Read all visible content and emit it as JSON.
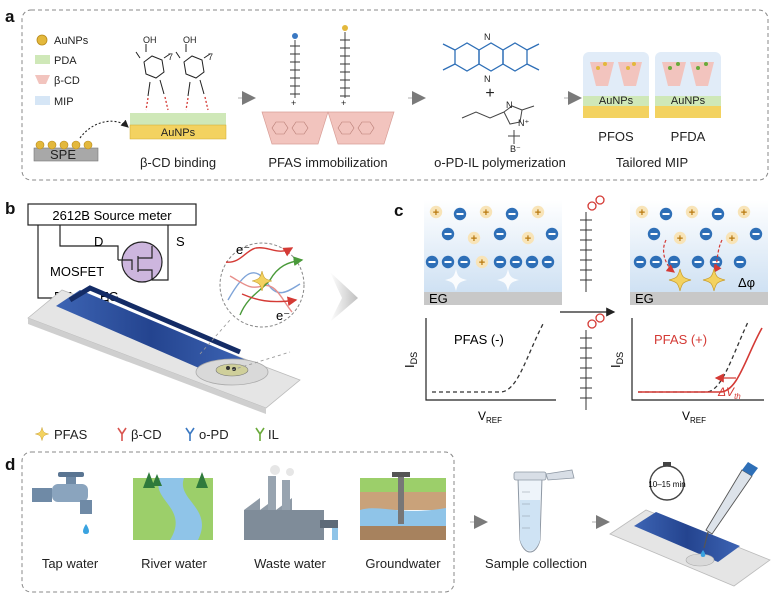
{
  "panel_a": {
    "letter": "a",
    "legend": [
      "AuNPs",
      "PDA",
      "β-CD",
      "MIP"
    ],
    "spe": "SPE",
    "aunps_block": "AuNPs",
    "steps": [
      "β-CD binding",
      "PFAS immobilization",
      "o-PD-IL polymerization",
      "Tailored MIP"
    ],
    "mip_labels": [
      "PFOS",
      "PFDA"
    ],
    "mip_block": "AuNPs",
    "colors": {
      "gold": "#E3B83C",
      "pda": "#CFE8B8",
      "bcd": "#F2C4BE",
      "mip": "#D6E6F6",
      "blue": "#2E6FB7"
    }
  },
  "panel_b": {
    "letter": "b",
    "source_meter": "2612B Source meter",
    "d": "D",
    "s": "S",
    "mosfet": "MOSFET",
    "re": "RE",
    "eg": "EG",
    "electron": "e⁻",
    "legend": [
      "PFAS",
      "β-CD",
      "o-PD",
      "IL"
    ],
    "legend_colors": [
      "#F0C14B",
      "#D9544F",
      "#3A78C2",
      "#6AAA3A"
    ]
  },
  "panel_c": {
    "letter": "c",
    "eg": "EG",
    "delta_phi": "Δφ",
    "before_label": "PFAS (-)",
    "after_label": "PFAS (+)",
    "y_axis": "I",
    "y_sub": "DS",
    "x_axis": "V",
    "x_sub": "REF",
    "delta_v": "ΔV",
    "delta_v_sub": "th"
  },
  "panel_d": {
    "letter": "d",
    "sources": [
      "Tap water",
      "River water",
      "Waste water",
      "Groundwater"
    ],
    "collection": "Sample collection",
    "timer": "10–15 min"
  }
}
